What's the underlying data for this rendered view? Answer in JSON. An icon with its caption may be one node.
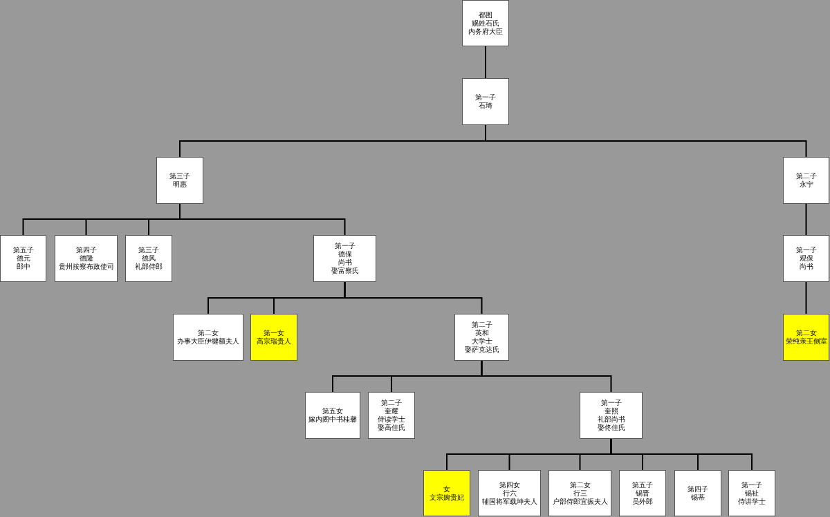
{
  "diagram": {
    "nodes": [
      {
        "text": [
          "都图",
          "赐姓石氏",
          "内务府大臣"
        ]
      },
      {
        "text": [
          "第一子",
          "石琦"
        ]
      },
      {
        "text": [
          "第三子",
          "明惠"
        ]
      },
      {
        "text": [
          "第二子",
          "永宁"
        ]
      },
      {
        "text": [
          "第五子",
          "德元",
          "郎中"
        ]
      },
      {
        "text": [
          "第四子",
          "德隆",
          "贵州按察布政使司"
        ]
      },
      {
        "text": [
          "第三子",
          "德风",
          "礼部侍郎"
        ]
      },
      {
        "text": [
          "第一子",
          "德保",
          "尚书",
          "娶富察氏"
        ]
      },
      {
        "text": [
          "第一子",
          "观保",
          "尚书"
        ]
      },
      {
        "text": [
          "第二女",
          "办事大臣伊犍额夫人"
        ]
      },
      {
        "text": [
          "第一女",
          "高宗瑞贵人"
        ]
      },
      {
        "text": [
          "第二子",
          "英和",
          "大学士",
          "娶萨克达氏"
        ]
      },
      {
        "text": [
          "第二女",
          "荣纯亲王侧室"
        ]
      },
      {
        "text": [
          "第五女",
          "嫁内阁中书桂馨"
        ]
      },
      {
        "text": [
          "第二子",
          "奎耀",
          "侍读学士",
          "娶高佳氏"
        ]
      },
      {
        "text": [
          "第一子",
          "奎照",
          "礼部尚书",
          "娶佟佳氏"
        ]
      },
      {
        "text": [
          "女",
          "文宗婉贵妃"
        ]
      },
      {
        "text": [
          "第四女",
          "行六",
          "辅国将军载坤夫人"
        ]
      },
      {
        "text": [
          "第二女",
          "行三",
          "户部侍郎宜振夫人"
        ]
      },
      {
        "text": [
          "第五子",
          "锡晋",
          "员外郎"
        ]
      },
      {
        "text": [
          "第四子",
          "锡蒂"
        ]
      },
      {
        "text": [
          "第一子",
          "锡祉",
          "侍讲学士"
        ]
      }
    ],
    "edges": [
      {
        "from": 0,
        "to": 1,
        "arrow": "none"
      },
      {
        "from": 1,
        "to": 2,
        "arrow": "none"
      },
      {
        "from": 1,
        "to": 3,
        "arrow": "none"
      },
      {
        "from": 2,
        "to": 4,
        "arrow": "none"
      },
      {
        "from": 2,
        "to": 5,
        "arrow": "none"
      },
      {
        "from": 2,
        "to": 6,
        "arrow": "none"
      },
      {
        "from": 2,
        "to": 7,
        "arrow": "none"
      },
      {
        "from": 3,
        "to": 8,
        "arrow": "none"
      },
      {
        "from": 7,
        "to": 9,
        "arrow": "none"
      },
      {
        "from": 7,
        "to": 10,
        "arrow": "none"
      },
      {
        "from": 7,
        "to": 11,
        "arrow": "none"
      },
      {
        "from": 8,
        "to": 12,
        "arrow": "none"
      },
      {
        "from": 11,
        "to": 13,
        "arrow": "none"
      },
      {
        "from": 11,
        "to": 14,
        "arrow": "none"
      },
      {
        "from": 11,
        "to": 15,
        "arrow": "none"
      },
      {
        "from": 15,
        "to": 16,
        "arrow": "none"
      },
      {
        "from": 15,
        "to": 17,
        "arrow": "none"
      },
      {
        "from": 15,
        "to": 18,
        "arrow": "none"
      },
      {
        "from": 15,
        "to": 19,
        "arrow": "none"
      },
      {
        "from": 15,
        "to": 20,
        "arrow": "none"
      },
      {
        "from": 15,
        "to": 21,
        "arrow": "none"
      }
    ]
  }
}
